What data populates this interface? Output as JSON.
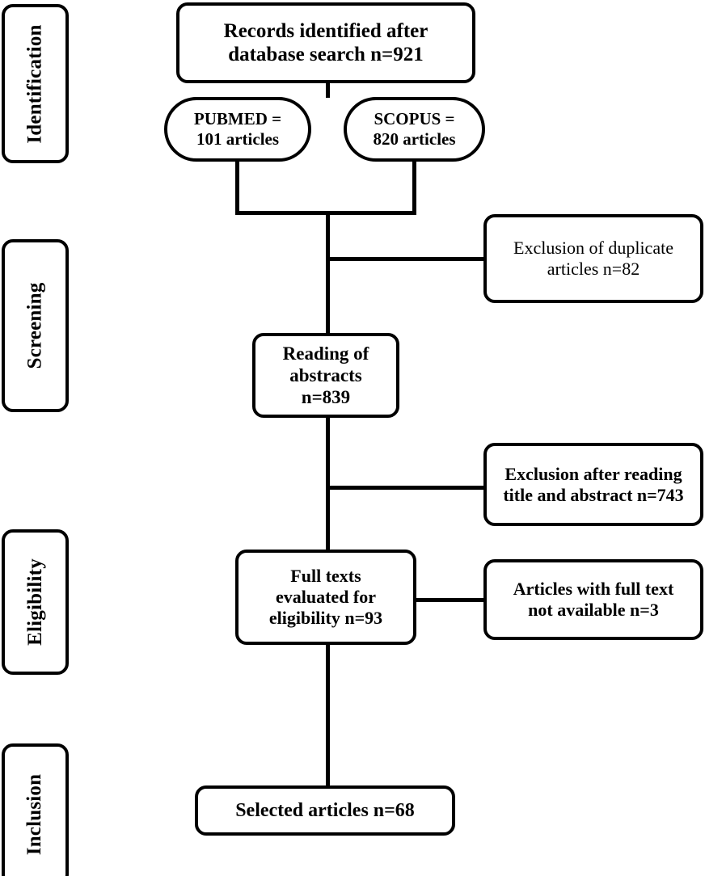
{
  "diagram": {
    "title": "PRISMA study selection flow diagram",
    "stroke_color": "#000000",
    "fill_color": "#ffffff",
    "background": "#ffffff"
  },
  "stages": [
    {
      "id": "identification",
      "label": "Identification"
    },
    {
      "id": "screening",
      "label": "Screening"
    },
    {
      "id": "eligibility",
      "label": "Eligibility"
    },
    {
      "id": "inclusion",
      "label": "Inclusion"
    }
  ],
  "nodes": {
    "records": {
      "label": "Records identified after\ndatabase search   n=921",
      "shape": "rounded-rect",
      "count": 921
    },
    "pubmed": {
      "label": "PUBMED =\n101 articles",
      "shape": "stadium",
      "count": 101
    },
    "scopus": {
      "label": "SCOPUS =\n820 articles",
      "shape": "stadium",
      "count": 820
    },
    "dupes": {
      "label": "Exclusion of duplicate\narticles n=82",
      "shape": "rounded-rect",
      "count": 82
    },
    "abstracts": {
      "label": "Reading of\nabstracts\nn=839",
      "shape": "rounded-rect",
      "count": 839
    },
    "exclusion2": {
      "label": "Exclusion after reading\ntitle and abstract n=743",
      "shape": "rounded-rect",
      "count": 743
    },
    "fulltext": {
      "label": "Full texts\nevaluated for\neligibility n=93",
      "shape": "rounded-rect",
      "count": 93
    },
    "notavail": {
      "label": "Articles with full text\nnot available n=3",
      "shape": "rounded-rect",
      "count": 3
    },
    "selected": {
      "label": "Selected articles n=68",
      "shape": "rounded-rect",
      "count": 68
    }
  },
  "chart_data": {
    "type": "diagram",
    "title": "PRISMA flow diagram of study selection",
    "flow": [
      {
        "from": "records",
        "to": "pubmed",
        "kind": "split"
      },
      {
        "from": "records",
        "to": "scopus",
        "kind": "split"
      },
      {
        "from": "pubmed",
        "to": "abstracts",
        "kind": "merge"
      },
      {
        "from": "scopus",
        "to": "abstracts",
        "kind": "merge"
      },
      {
        "from": "abstracts",
        "to": "dupes",
        "kind": "exclusion"
      },
      {
        "from": "abstracts",
        "to": "fulltext",
        "kind": "main"
      },
      {
        "from": "abstracts",
        "to": "exclusion2",
        "kind": "exclusion"
      },
      {
        "from": "fulltext",
        "to": "notavail",
        "kind": "exclusion"
      },
      {
        "from": "fulltext",
        "to": "selected",
        "kind": "main"
      }
    ],
    "counts": {
      "identified": 921,
      "pubmed": 101,
      "scopus": 820,
      "duplicates_excluded": 82,
      "abstracts_read": 839,
      "excluded_title_abstract": 743,
      "full_texts_assessed": 93,
      "full_text_unavailable": 3,
      "included": 68
    }
  }
}
